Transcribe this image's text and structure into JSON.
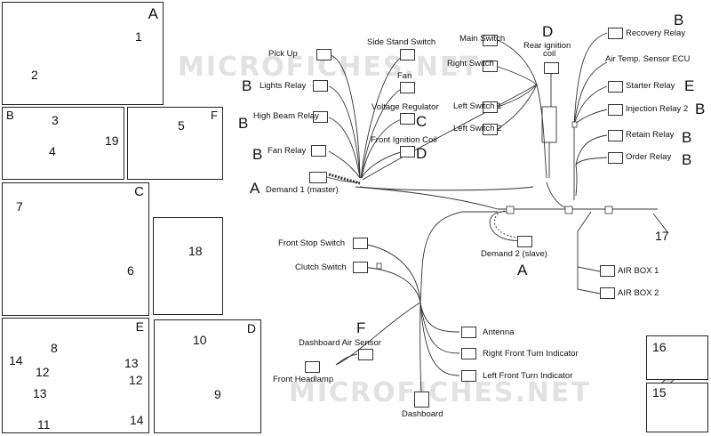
{
  "watermark": "MICROFICHES.NET",
  "panels": {
    "A": "A",
    "B": "B",
    "C": "C",
    "F": "F",
    "E": "E",
    "D": "D"
  },
  "part_numbers": {
    "n1": "1",
    "n2": "2",
    "n3": "3",
    "n4": "4",
    "n19": "19",
    "n5": "5",
    "n7": "7",
    "n6": "6",
    "n18": "18",
    "n8": "8",
    "n14a": "14",
    "n12a": "12",
    "n13a": "13",
    "n13b": "13",
    "n12b": "12",
    "n11": "11",
    "n14b": "14",
    "n10": "10",
    "n9": "9",
    "n16": "16",
    "n15": "15",
    "n17": "17"
  },
  "labels": {
    "pick_up": "Pick Up",
    "lights_relay": "Lights Relay",
    "high_beam_relay": "High Beam Relay",
    "fan_relay": "Fan Relay",
    "demand1": "Demand 1 (master)",
    "side_stand_switch": "Side Stand Switch",
    "fan": "Fan",
    "voltage_regulator": "Voltage Regulator",
    "front_ignition_coil": "Front Ignition Coil",
    "main_switch": "Main Switch",
    "right_switch": "Right Switch",
    "left_switch_1": "Left Switch 1",
    "left_switch_2": "Left Switch 2",
    "rear_ignition_coil_1": "Rear ignition",
    "rear_ignition_coil_2": "coil",
    "recovery_relay": "Recovery Relay",
    "air_temp_sensor": "Air Temp. Sensor ECU",
    "starter_relay": "Starter Relay",
    "injection_relay_2": "Injection Relay 2",
    "retain_relay": "Retain Relay",
    "order_relay": "Order Relay",
    "front_stop_switch": "Front Stop Switch",
    "clutch_switch": "Clutch Switch",
    "demand2": "Demand 2 (slave)",
    "air_box_1": "AIR BOX 1",
    "air_box_2": "AIR BOX 2",
    "dashboard_air_sensor": "Dashboard Air Sensor",
    "front_headlamp": "Front Headlamp",
    "dashboard": "Dashboard",
    "antenna": "Antenna",
    "right_front_turn": "Right Front Turn Indicator",
    "left_front_turn": "Left Front Turn Indicator"
  },
  "diagram_letters": {
    "lights_B": "B",
    "high_beam_B": "B",
    "fan_relay_B": "B",
    "demand1_A": "A",
    "voltage_C": "C",
    "front_coil_D": "D",
    "rear_coil_D": "D",
    "recovery_B": "B",
    "starter_E": "E",
    "injection_B": "B",
    "retain_B": "B",
    "order_B": "B",
    "demand2_A": "A",
    "dash_sensor_F": "F"
  }
}
